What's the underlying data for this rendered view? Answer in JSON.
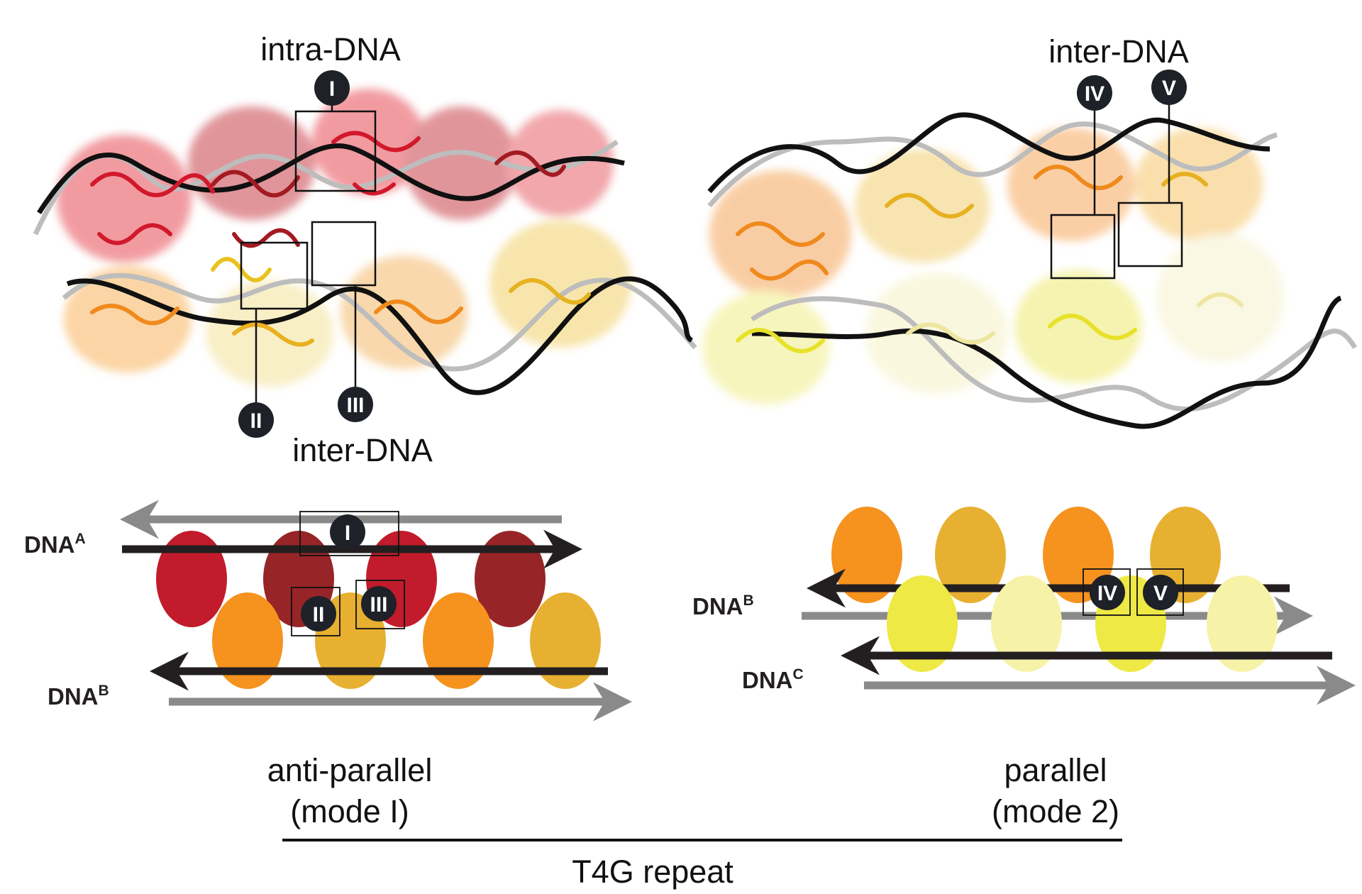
{
  "top_left": {
    "label_intra": "intra-DNA",
    "label_inter": "inter-DNA",
    "badges": [
      "I",
      "II",
      "III"
    ]
  },
  "top_right": {
    "label_inter": "inter-DNA",
    "badges": [
      "IV",
      "V"
    ]
  },
  "bottom_left": {
    "dna_a": {
      "name": "DNA",
      "sup": "A"
    },
    "dna_b": {
      "name": "DNA",
      "sup": "B"
    },
    "badges": [
      "I",
      "II",
      "III"
    ],
    "caption_line1": "anti-parallel",
    "caption_line2": "(mode I)"
  },
  "bottom_right": {
    "dna_b": {
      "name": "DNA",
      "sup": "B"
    },
    "dna_c": {
      "name": "DNA",
      "sup": "C"
    },
    "badges": [
      "IV",
      "V"
    ],
    "caption_line1": "parallel",
    "caption_line2": "(mode 2)"
  },
  "footer": {
    "label": "T4G repeat"
  },
  "colors": {
    "red": "#c11b2c",
    "dark_red": "#972528",
    "orange": "#f6921e",
    "gold": "#e7b030",
    "yellow": "#eee944",
    "pale_yellow": "#f6f2a8",
    "strand_black": "#231f20",
    "strand_gray": "#8a8a8a"
  }
}
